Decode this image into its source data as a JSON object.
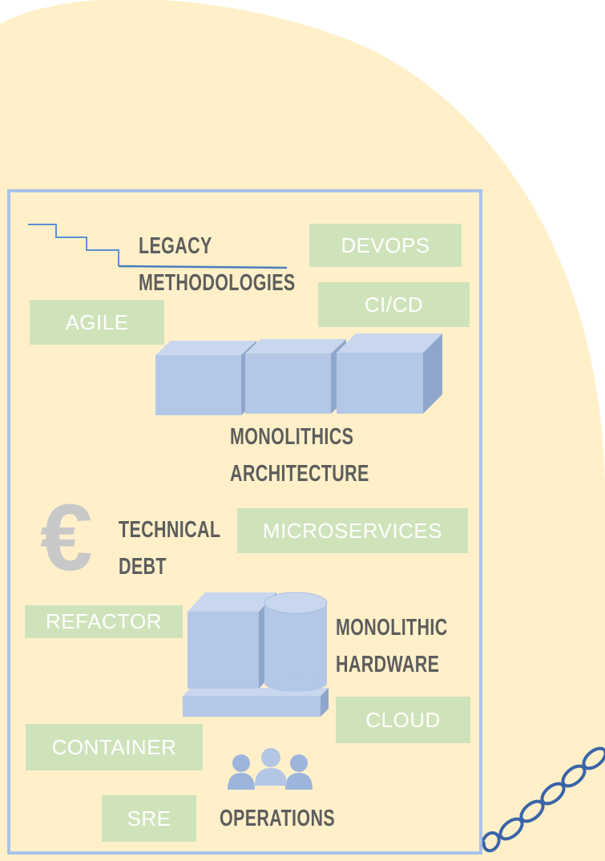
{
  "labels": {
    "legacy_methodologies": [
      "LEGACY",
      "METHODOLOGIES"
    ],
    "monolithics_architecture": [
      "MONOLITHICS",
      "ARCHITECTURE"
    ],
    "technical_debt": [
      "TECHNICAL",
      "DEBT"
    ],
    "monolithic_hardware": [
      "MONOLITHIC",
      "HARDWARE"
    ],
    "operations": "OPERATIONS"
  },
  "tags": {
    "devops": "DEVOPS",
    "cicd": "CI/CD",
    "agile": "AGILE",
    "microservices": "MICROSERVICES",
    "refactor": "REFACTOR",
    "cloud": "CLOUD",
    "container": "CONTAINER",
    "sre": "SRE"
  },
  "icons": {
    "euro_symbol": "€",
    "staircase": "staircase-line-icon",
    "servers": "server-cubes-icon",
    "database": "database-cylinder-icon",
    "people": "people-group-icon",
    "chain": "chain-icon"
  },
  "colors": {
    "background_blob": "#fff0c9",
    "frame_border": "#a9c2ea",
    "tag_fill": "#cfe3bb",
    "tag_text": "#ffffff",
    "label_text": "#5d5d5d",
    "shape_front": "#b4c7e7",
    "shape_top": "#c9d7ee",
    "shape_side": "#8fa6cc",
    "chain": "#3a64a8"
  }
}
